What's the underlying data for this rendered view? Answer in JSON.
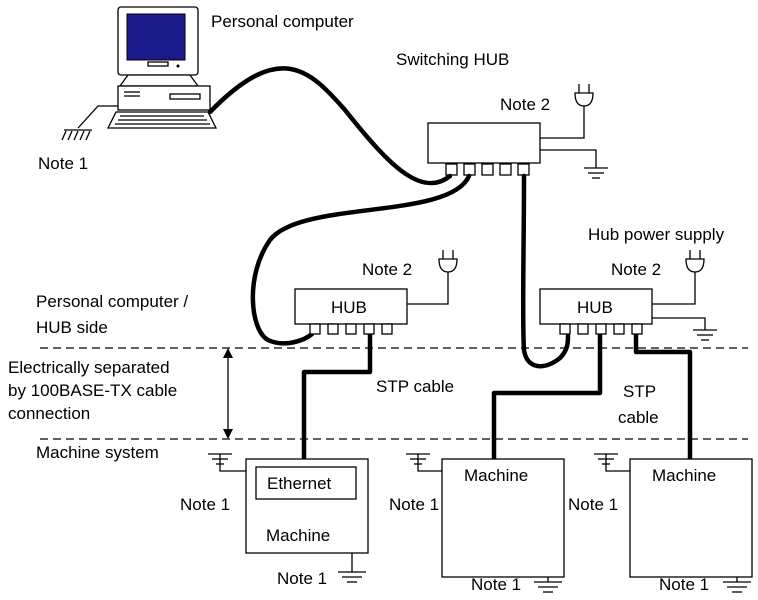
{
  "labels": {
    "personal_computer": "Personal computer",
    "switching_hub": "Switching HUB",
    "hub_power_supply": "Hub power supply",
    "note1": "Note 1",
    "note2": "Note 2",
    "pc_hub_side_line1": "Personal computer /",
    "pc_hub_side_line2": "HUB side",
    "separated_line1": "Electrically separated",
    "separated_line2": "by 100BASE-TX cable",
    "separated_line3": "connection",
    "machine_system": "Machine system",
    "stp_cable": "STP cable",
    "stp": "STP",
    "cable": "cable",
    "hub": "HUB",
    "ethernet": "Ethernet",
    "machine": "Machine"
  }
}
